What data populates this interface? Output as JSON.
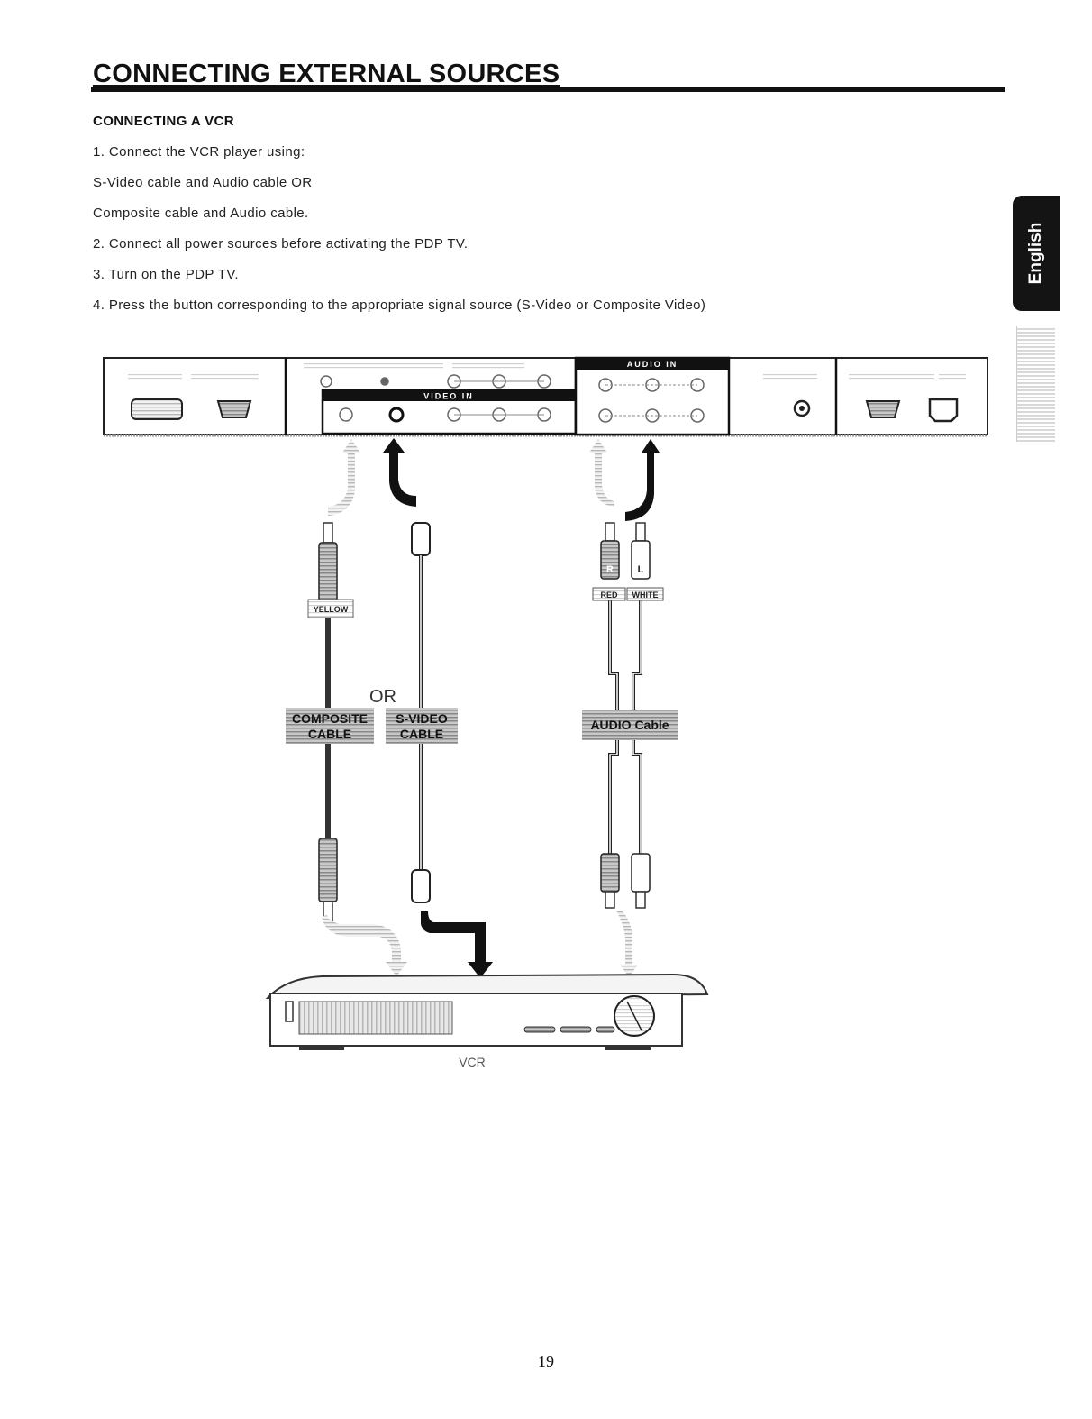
{
  "header": {
    "title": "CONNECTING EXTERNAL SOURCES",
    "language_tab": "English"
  },
  "section": {
    "heading": "CONNECTING A VCR",
    "steps": [
      "1. Connect the VCR player using:",
      "S-Video cable and Audio cable OR",
      "Composite cable and Audio cable.",
      "2. Connect all power sources before activating the PDP TV.",
      "3. Turn on the PDP TV.",
      "4. Press the button corresponding to the appropriate signal source (S-Video or Composite Video)"
    ]
  },
  "diagram": {
    "panel_labels": {
      "video_in": "VIDEO IN",
      "audio_in": "AUDIO IN"
    },
    "plug_labels": {
      "yellow": "YELLOW",
      "red": "RED",
      "white": "WHITE",
      "r": "R",
      "l": "L"
    },
    "cable_labels": {
      "or": "OR",
      "composite_line1": "COMPOSITE",
      "composite_line2": "CABLE",
      "svideo_line1": "S-VIDEO",
      "svideo_line2": "CABLE",
      "audio": "AUDIO Cable"
    },
    "device_label": "VCR"
  },
  "footer": {
    "page_number": "19"
  }
}
